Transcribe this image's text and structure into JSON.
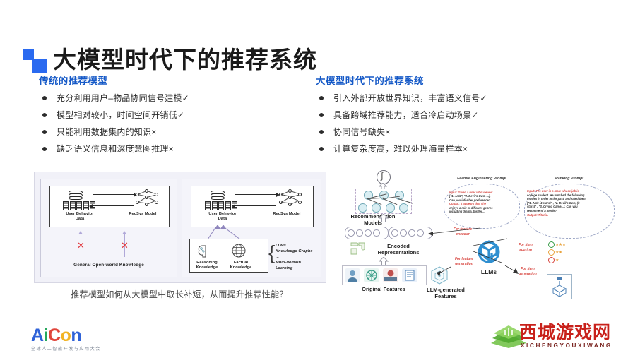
{
  "slide": {
    "title": "大模型时代下的推荐系统",
    "accent_color": "#2a6af0",
    "heading_color": "#1559c7"
  },
  "columns": [
    {
      "heading": "传统的推荐模型",
      "bullets": [
        "充分利用用户–物品协同信号建模✓",
        "模型相对较小，时间空间开销低✓",
        "只能利用数据集内的知识×",
        "缺乏语义信息和深度意图推理×"
      ]
    },
    {
      "heading": "大模型时代下的推荐系统",
      "bullets": [
        "引入外部开放世界知识，丰富语义信号✓",
        "具备跨域推荐能力，适合冷启动场景✓",
        "协同信号缺失×",
        "计算复杂度高，难以处理海量样本×"
      ]
    }
  ],
  "figure_left": {
    "panel_a": {
      "user_behavior_data": "User Behavior\nData",
      "user_behavior_line1": "User Behavior",
      "user_behavior_line2": "Data",
      "recsys_model": "RecSys Model",
      "bottom_label": "General Open-world Knowledge",
      "blocked_marks": [
        "×",
        "×"
      ]
    },
    "panel_b": {
      "user_behavior_line1": "User Behavior",
      "user_behavior_line2": "Data",
      "recsys_model": "RecSys Model",
      "reasoning_line1": "Reasoning",
      "reasoning_line2": "Knowledge",
      "factual_line1": "Factual",
      "factual_line2": "Knowledge",
      "brace_items": [
        "LLMs",
        "Knowledge Graphs",
        "...",
        "Multi-domain Learning"
      ]
    },
    "caption": "推荐模型如何从大模型中取长补短，从而提升推荐性能？"
  },
  "figure_right": {
    "recommendation_models_l1": "Recommendation",
    "recommendation_models_l2": "Models",
    "encoded_l1": "Encoded",
    "encoded_l2": "Representations",
    "original_features": "Original Features",
    "llm_generated_l1": "LLM-generated",
    "llm_generated_l2": "Features",
    "llms_label": "LLMs",
    "feature_prompt_title": "Feature Engineering Prompt",
    "feature_prompt_lines": [
      "Input: Given a user who viewed",
      "[\"1. Antz\", \"2. Devil's Own, ...],",
      "Can you infer her preference?",
      "Output: It appears that she",
      "enjoys a mix of different genres",
      "including drama, thriller..."
    ],
    "ranking_prompt_title": "Ranking Prompt",
    "ranking_prompt_lines": [
      "Input: The user is a male whose job is",
      "college student. He watched the following",
      "movies in order in the past, and rated them",
      "[\"1. Antz (4 stars)\" , \"2. Devil's Own, (5",
      "stars)\" , \"3. Crying Game...]. Can you",
      "recommend a movie?.",
      "Output: Titanic."
    ],
    "annotations": {
      "for_feature_encoder_l1": "For feature",
      "for_feature_encoder_l2": "encoder",
      "for_feature_generation_l1": "For feature",
      "for_feature_generation_l2": "generation",
      "for_item_scoring_l1": "For item",
      "for_item_scoring_l2": "scoring",
      "for_item_generation_l1": "For item",
      "for_item_generation_l2": "generation"
    },
    "scores": [
      {
        "color": "#3a9e4a",
        "stars": "★★★"
      },
      {
        "color": "#e8a33d",
        "stars": "★★"
      },
      {
        "color": "#d8453f",
        "stars": "★"
      }
    ]
  },
  "footer": {
    "brand_parts": [
      {
        "text": "A",
        "color": "#2f62d8"
      },
      {
        "text": "i",
        "color": "#27a85c"
      },
      {
        "text": "C",
        "color": "#e0453b"
      },
      {
        "text": "o",
        "color": "#f2b324"
      },
      {
        "text": "n",
        "color": "#2f62d8"
      }
    ],
    "brand_sub": "全球人工智能开发与应用大会",
    "watermark_cn": "西城游戏网",
    "watermark_py": "XICHENGYOUXIWANG"
  }
}
